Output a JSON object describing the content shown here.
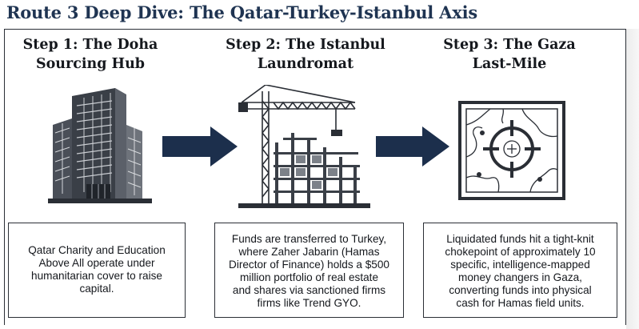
{
  "title": "Route 3 Deep Dive: The Qatar-Turkey-Istanbul Axis",
  "colors": {
    "title": "#1f3452",
    "arrow": "#1c2f4c",
    "illustration": "#2a2e35"
  },
  "steps": [
    {
      "heading_lines": [
        "Step 1: The Doha",
        "Sourcing Hub"
      ],
      "icon": "office-building-icon",
      "description_lines": [
        "Qatar Charity and Education",
        "Above All operate under",
        "humanitarian cover to raise",
        "capital."
      ]
    },
    {
      "heading_lines": [
        "Step 2: The Istanbul",
        "Laundromat"
      ],
      "icon": "construction-crane-icon",
      "description_lines": [
        "Funds are transferred to Turkey,",
        "where Zaher Jabarin (Hamas",
        "Director of Finance) holds a $500",
        "million portfolio of real estate",
        "and shares via sanctioned firms",
        "firms like Trend GYO."
      ]
    },
    {
      "heading_lines": [
        "Step 3: The Gaza",
        "Last-Mile"
      ],
      "icon": "target-map-icon",
      "description_lines": [
        "Liquidated funds hit a tight-knit",
        "chokepoint of approximately 10",
        "specific, intelligence-mapped",
        "money changers in Gaza,",
        "converting funds into physical",
        "cash for Hamas field units."
      ]
    }
  ]
}
